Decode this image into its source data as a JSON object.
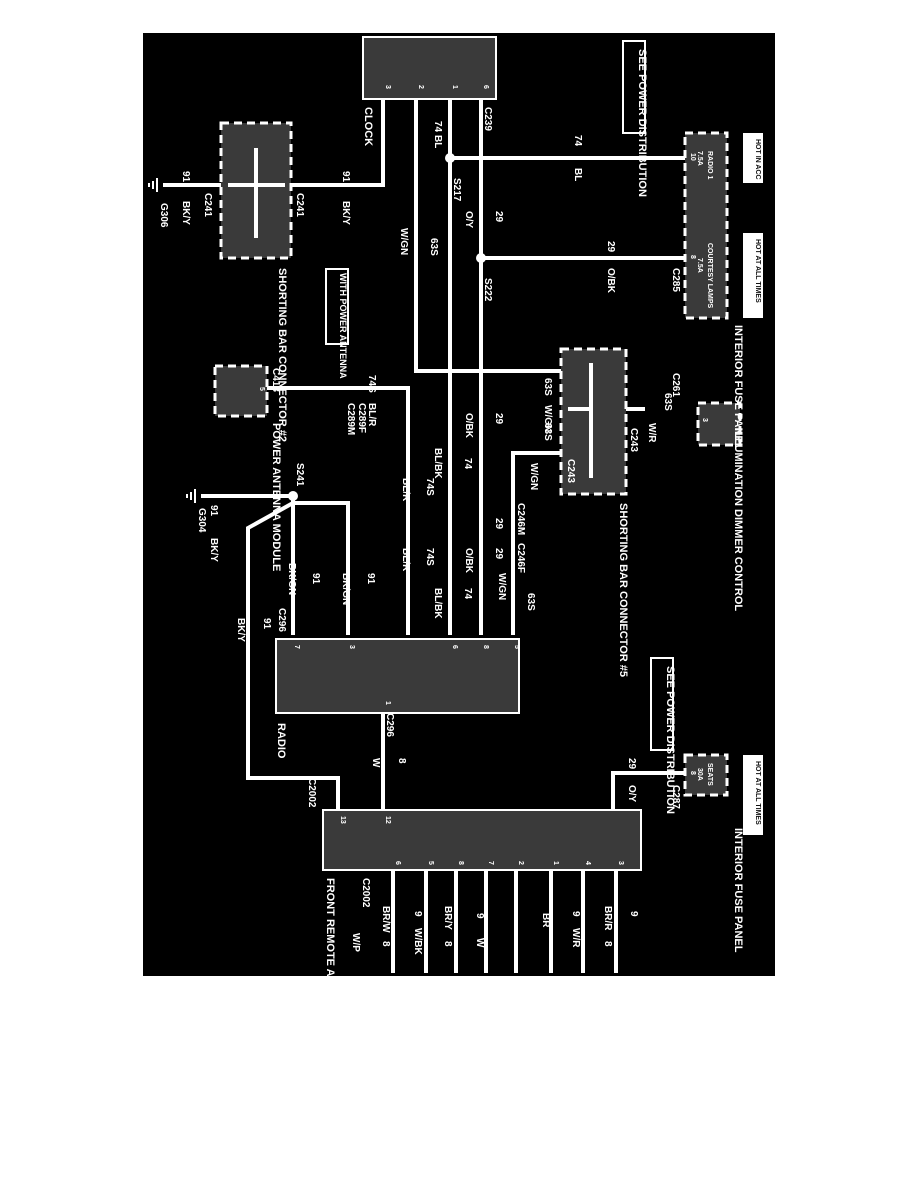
{
  "colors": {
    "background": "#000000",
    "wire": "#ffffff",
    "component_fill": "#3a3a3a",
    "label_box": "#ffffff"
  },
  "labels": {
    "see_power_distribution_1": "SEE POWER DISTRIBUTION",
    "see_power_distribution_2": "SEE POWER DISTRIBUTION",
    "hot_in_acc": "HOT IN ACC",
    "hot_at_all_times_1": "HOT AT ALL TIMES",
    "hot_at_all_times_2": "HOT AT ALL TIMES",
    "radio_fuse": "RADIO 1",
    "radio_fuse_amp": "7.5A",
    "courtesy_fuse": "COURTESY LAMPS",
    "courtesy_fuse_amp": "7.5A",
    "seats_fuse": "SEATS",
    "seats_fuse_amp": "30A",
    "interior_fuse_panel_1": "INTERIOR FUSE PANEL",
    "interior_fuse_panel_2": "INTERIOR FUSE PANEL",
    "clock": "CLOCK",
    "shorting_bar_2": "SHORTING BAR CONNECTOR #2",
    "shorting_bar_5": "SHORTING BAR CONNECTOR #5",
    "illumination_dimmer": "ILLUMINATION DIMMER CONTROL",
    "power_antenna_module": "POWER ANTENNA MODULE",
    "with_power_antenna": "WITH POWER ANTENNA",
    "radio": "RADIO",
    "front_remote_amplifier": "FRONT REMOTE AMPLIFIER"
  },
  "connectors": {
    "c239": "C239",
    "c241a": "C241",
    "c241b": "C241",
    "c285": "C285",
    "c261": "C261",
    "c243a": "C243",
    "c243b": "C243",
    "c413": "C413",
    "c289f": "C289F",
    "c289m": "C289M",
    "c246m": "C246M",
    "c246f": "C246F",
    "c296a": "C296",
    "c296b": "C296",
    "c2002a": "C2002",
    "c2002b": "C2002",
    "c287": "C287"
  },
  "splices": {
    "s217": "S217",
    "s222": "S222",
    "s241": "S241"
  },
  "grounds": {
    "g306": "G306",
    "g304": "G304"
  },
  "wires": {
    "w91_a": "91",
    "bky_a": "BK/Y",
    "w91_b": "91",
    "bky_b": "BK/Y",
    "w74_a": "74",
    "bl_a": "BL",
    "w74_b": "74",
    "bl_b": "BL",
    "w29_a": "29",
    "oy_a": "O/Y",
    "w29_b": "29",
    "obk_a": "O/BK",
    "w63s_a": "63S",
    "wgn_a": "W/GN",
    "w63s_b": "63S",
    "wgn_b": "W/GN",
    "w63s_c": "63S",
    "wr_a": "W/R",
    "w63s_d": "63S",
    "wgn_c": "W/GN",
    "w74s_a": "74S",
    "blr_a": "BL/R",
    "w74s_b": "74S",
    "blr_b": "BL/R",
    "w29_c": "29",
    "obk_b": "O/BK",
    "w74_c": "74",
    "blbk_a": "BL/BK",
    "w74s_c": "74S",
    "blr_c": "BL/R",
    "w74_d": "74",
    "blbk_b": "BL/BK",
    "w29_d": "29",
    "obk_c": "O/BK",
    "w29_e": "29",
    "wgn_d": "W/GN",
    "w63s_e": "63S",
    "w91_c": "91",
    "bky_c": "BK/Y",
    "w91_d": "91",
    "bkgn_a": "BK/GN",
    "w91_e": "91",
    "bkgn_b": "BK/GN",
    "w91_f": "91",
    "bky_d": "BK/Y",
    "w8_a": "8",
    "w_a": "W",
    "w29_f": "29",
    "oy_b": "O/Y",
    "amp_9a": "9",
    "amp_brr": "BR/R",
    "amp_8a": "8",
    "amp_wr": "W/R",
    "amp_9b": "9",
    "amp_br": "BR",
    "amp_w": "W",
    "amp_9c": "9",
    "amp_bry": "BR/Y",
    "amp_8b": "8",
    "amp_wbk": "W/BK",
    "amp_9d": "9",
    "amp_brw": "BR/W",
    "amp_8c": "8",
    "amp_wp": "W/P"
  },
  "pins": {
    "clock_3": "3",
    "clock_2": "2",
    "clock_1": "1",
    "clock_6": "6",
    "fuse_10": "10",
    "fuse_8": "8",
    "dimmer_3": "3",
    "antenna_5": "5",
    "radio_7": "7",
    "radio_3": "3",
    "radio_6": "6",
    "radio_8": "8",
    "radio_5": "5",
    "radio_1": "1",
    "amp_13": "13",
    "amp_12": "12",
    "amp_6a": "6",
    "amp_5": "5",
    "amp_8": "8",
    "amp_7": "7",
    "amp_2": "2",
    "amp_1": "1",
    "amp_4": "4",
    "amp_3": "3",
    "seats_pin": "8"
  }
}
